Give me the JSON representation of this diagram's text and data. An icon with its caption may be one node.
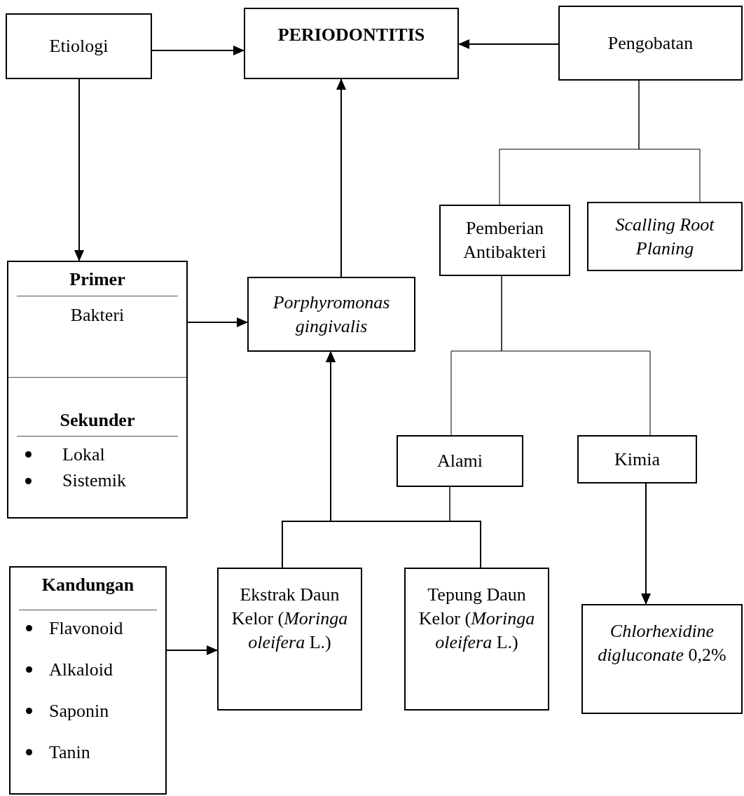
{
  "diagram": {
    "nodes": [
      {
        "text": [
          "Etiologi"
        ]
      },
      {
        "text": [
          "PERIODONTITIS"
        ]
      },
      {
        "text": [
          "Pengobatan"
        ]
      },
      {
        "text": [
          "Primer",
          "Bakteri",
          "Sekunder",
          "Lokal",
          "Sistemik"
        ]
      },
      {
        "text": [
          "Porphyromonas gingivalis"
        ]
      },
      {
        "text": [
          "Pemberian Antibakteri"
        ]
      },
      {
        "text": [
          "Scalling Root Planing"
        ]
      },
      {
        "text": [
          "Alami"
        ]
      },
      {
        "text": [
          "Kimia"
        ]
      },
      {
        "text": [
          "Kandungan",
          "Flavonoid",
          "Alkaloid",
          "Saponin",
          "Tanin"
        ]
      },
      {
        "text": [
          "Ekstrak Daun Kelor (*Moringa oleifera* L.)"
        ]
      },
      {
        "text": [
          "Tepung Daun Kelor (*Moringa oleifera* L.)"
        ]
      },
      {
        "text": [
          "*Chlorhexidine digluconate* 0,2%"
        ]
      }
    ],
    "edges": [
      {
        "from": 0,
        "to": 1,
        "arrow": "to"
      },
      {
        "from": 2,
        "to": 1,
        "arrow": "to"
      },
      {
        "from": 0,
        "to": 3,
        "arrow": "to"
      },
      {
        "from": 3,
        "to": 4,
        "arrow": "to"
      },
      {
        "from": 4,
        "to": 1,
        "arrow": "to"
      },
      {
        "from": 2,
        "to": 5,
        "arrow": "none"
      },
      {
        "from": 2,
        "to": 6,
        "arrow": "none"
      },
      {
        "from": 5,
        "to": 7,
        "arrow": "none"
      },
      {
        "from": 5,
        "to": 8,
        "arrow": "none"
      },
      {
        "from": 7,
        "to": 10,
        "arrow": "none"
      },
      {
        "from": 7,
        "to": 11,
        "arrow": "none"
      },
      {
        "from": 10,
        "to": 4,
        "arrow": "to"
      },
      {
        "from": 11,
        "to": 4,
        "arrow": "to"
      },
      {
        "from": 8,
        "to": 12,
        "arrow": "to"
      },
      {
        "from": 9,
        "to": 10,
        "arrow": "to"
      }
    ]
  }
}
